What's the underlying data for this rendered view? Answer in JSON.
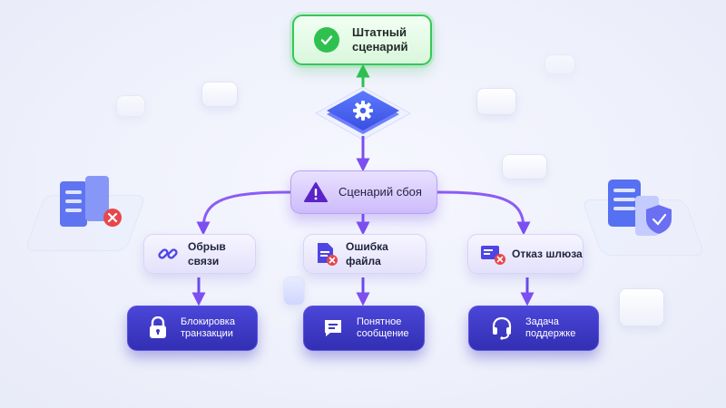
{
  "top": {
    "label_line1": "Штатный",
    "label_line2": "сценарий",
    "icon": "check-circle-icon"
  },
  "hub": {
    "icon": "gear-icon"
  },
  "failure": {
    "label": "Сценарий сбоя",
    "icon": "warning-icon"
  },
  "branches": [
    {
      "label": "Обрыв связи",
      "icon": "broken-link-icon"
    },
    {
      "label": "Ошибка файла",
      "icon": "file-error-icon"
    },
    {
      "label": "Отказ шлюза",
      "icon": "gateway-error-icon"
    }
  ],
  "outcomes": [
    {
      "line1": "Блокировка",
      "line2": "транзакции",
      "icon": "lock-icon"
    },
    {
      "line1": "Понятное",
      "line2": "сообщение",
      "icon": "chat-icon"
    },
    {
      "line1": "Задача",
      "line2": "поддержке",
      "icon": "headset-icon"
    }
  ],
  "colors": {
    "success": "#2fc150",
    "failure_purple": "#8b5cf6",
    "outcome_indigo": "#3d39c6",
    "error_red": "#e5484d",
    "gear_blue": "#3f6bff"
  }
}
